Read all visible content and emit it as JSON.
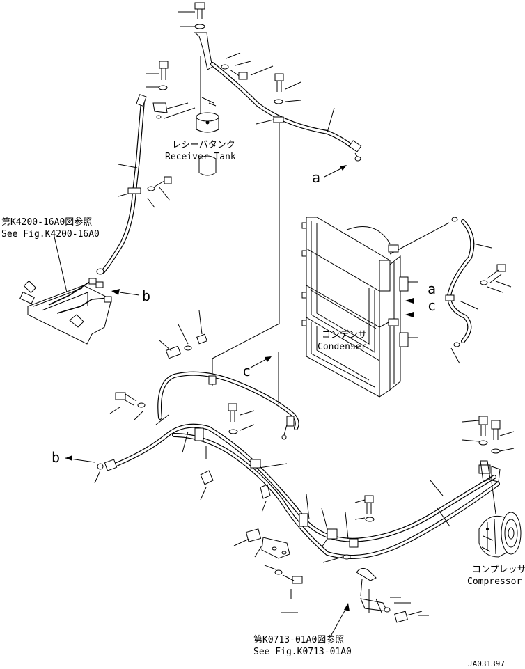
{
  "labels": {
    "receiver_tank_jp": "レシーバタンク",
    "receiver_tank_en": "Receiver Tank",
    "condenser_jp": "コンデンサ",
    "condenser_en": "Condenser",
    "compressor_jp": "コンプレッサ",
    "compressor_en": "Compressor",
    "ref_k4200_jp": "第K4200-16A0図参照",
    "ref_k4200_en": "See Fig.K4200-16A0",
    "ref_k0713_jp": "第K0713-01A0図参照",
    "ref_k0713_en": "See Fig.K0713-01A0",
    "figure_id": "JA031397"
  },
  "connection_markers": {
    "a_top": "a",
    "a_condenser": "a",
    "b_left": "b",
    "b_bottom": "b",
    "c_condenser": "c",
    "c_middle": "c"
  },
  "line_color": "#000000",
  "background_color": "#ffffff"
}
